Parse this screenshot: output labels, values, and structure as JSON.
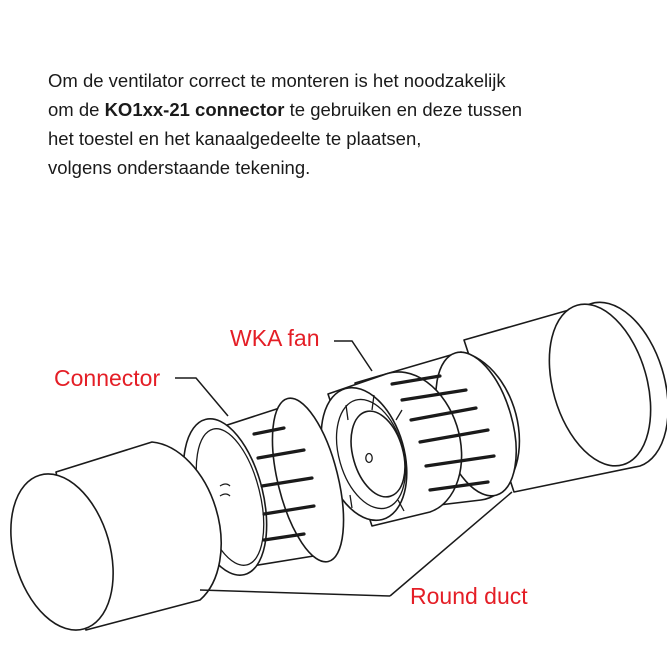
{
  "intro": {
    "line1": "Om de ventilator correct te monteren is het noodzakelijk",
    "line2_pre": "om de ",
    "line2_bold": "KO1xx-21 connector",
    "line2_post": " te gebruiken en deze tussen",
    "line3": "het toestel en het kanaalgedeelte te plaatsen,",
    "line4": "volgens onderstaande tekening."
  },
  "labels": {
    "fan": "WKA fan",
    "connector": "Connector",
    "duct": "Round duct"
  },
  "colors": {
    "label": "#e41e26",
    "text": "#1a1a1a",
    "line": "#1a1a1a"
  }
}
